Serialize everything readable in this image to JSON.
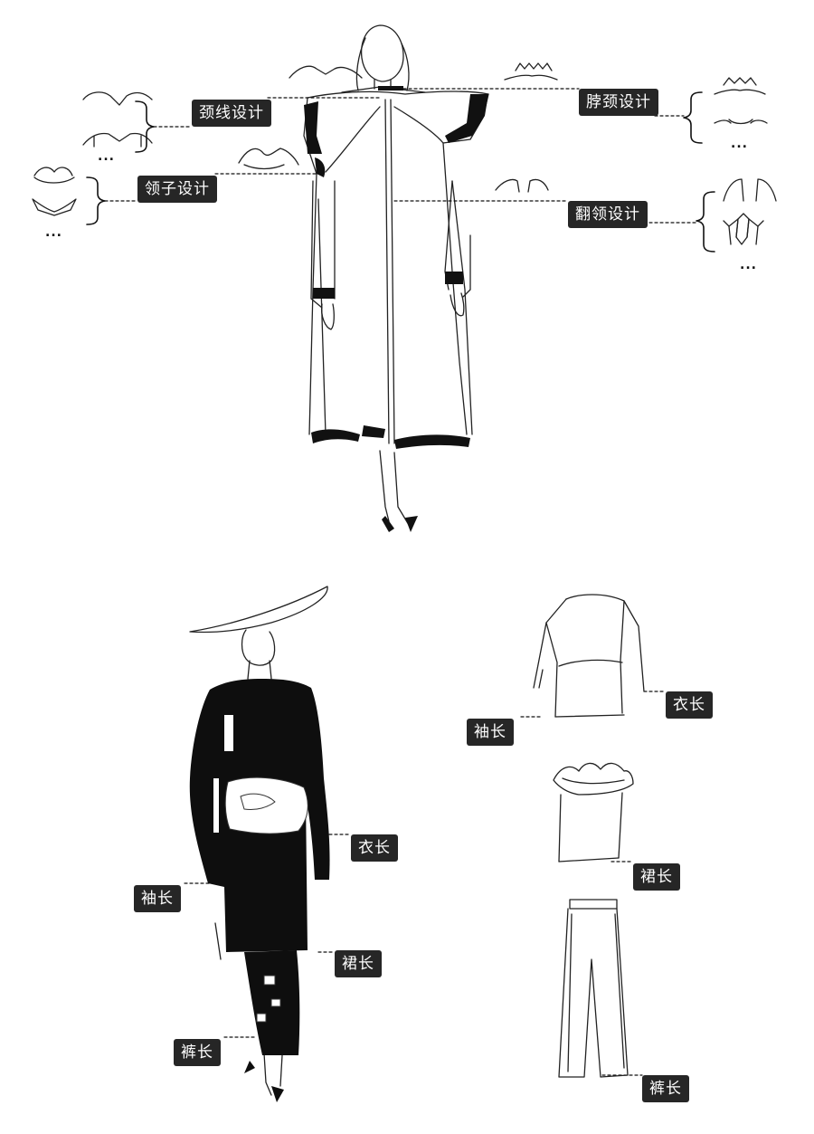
{
  "top_figure": {
    "labels": {
      "neckline": "颈线设计",
      "neck": "脖颈设计",
      "collar": "领子设计",
      "lapel": "翻领设计"
    },
    "more": "..."
  },
  "bottom_left_figure": {
    "labels": {
      "top_length": "衣长",
      "sleeve_length": "袖长",
      "skirt_length": "裙长",
      "pants_length": "裤长"
    }
  },
  "bottom_right_figure": {
    "labels": {
      "top_length": "衣长",
      "sleeve_length": "袖长",
      "skirt_length": "裙长",
      "pants_length": "裤长"
    }
  },
  "colors": {
    "ink": "#111111",
    "tag_bg": "#262626",
    "tag_text": "#ffffff"
  }
}
